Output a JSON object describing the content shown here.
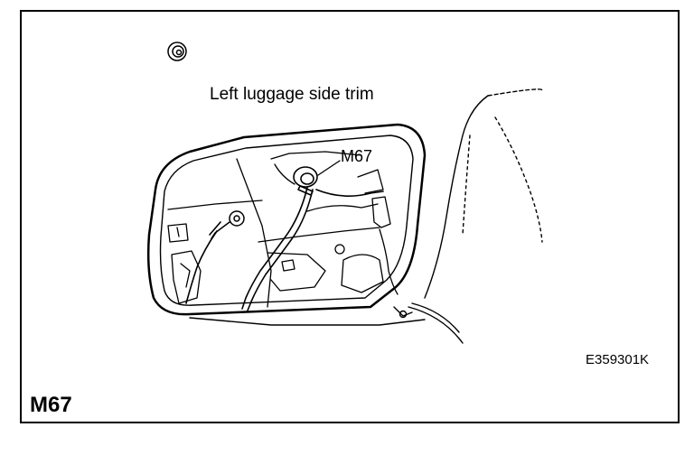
{
  "figure": {
    "location_label": "Left luggage side trim",
    "callout_label": "M67",
    "image_code": "E359301K",
    "connector_code": "M67"
  },
  "icons": {
    "location_marker": "target-circle-icon",
    "connector": "connector-icon"
  },
  "colors": {
    "line": "#000000",
    "background": "#ffffff"
  }
}
